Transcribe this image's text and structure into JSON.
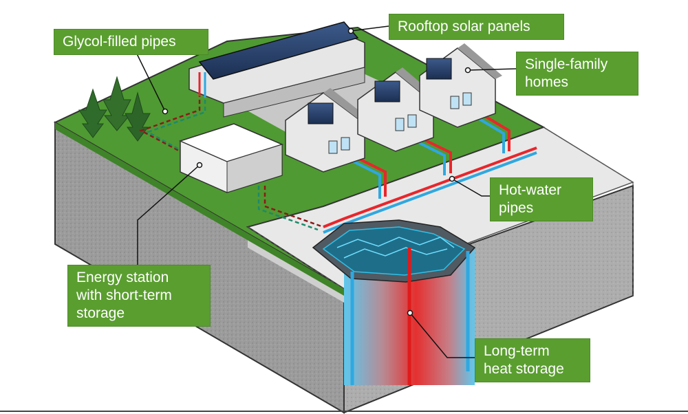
{
  "labels": {
    "glycol": "Glycol-filled pipes",
    "solar": "Rooftop solar panels",
    "homes": [
      "Single-family",
      "homes"
    ],
    "hotwater": [
      "Hot-water",
      "pipes"
    ],
    "station": [
      "Energy station",
      "with short-term",
      "storage"
    ],
    "longterm": [
      "Long-term",
      "heat storage"
    ]
  },
  "colors": {
    "callout_green": "#5a9e2f",
    "grass": "#4f9a32",
    "grass_dark": "#3f8428",
    "ground_side": "#8f8f8f",
    "ground_front": "#a8a8a8",
    "slab": "#e6e6e6",
    "pipe_hot": "#e8262c",
    "pipe_cold": "#2fa8e0",
    "storage_hot": "#e53030",
    "glycol_pipe": "#8b1a1a"
  }
}
